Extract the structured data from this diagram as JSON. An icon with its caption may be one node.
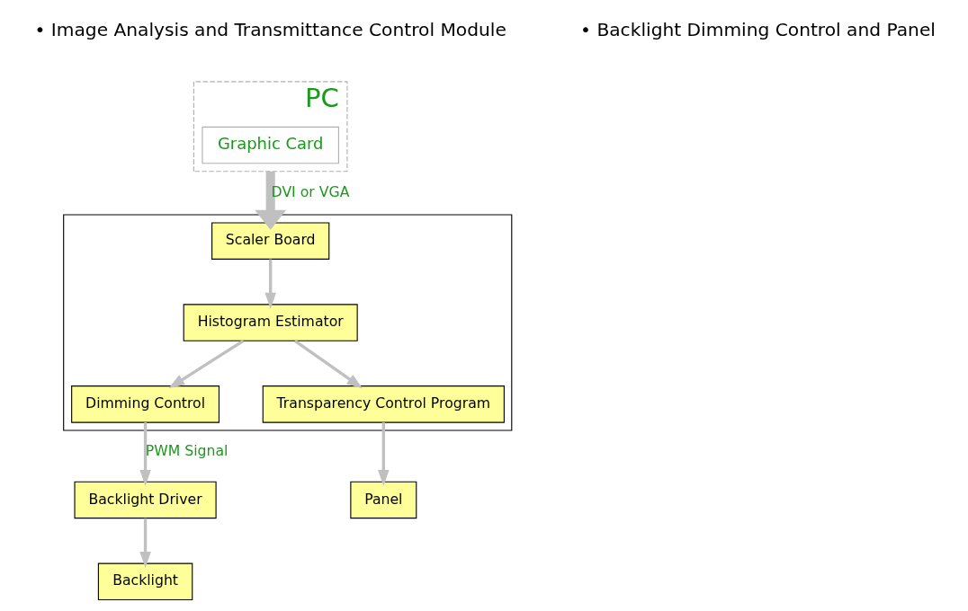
{
  "diagram": {
    "nodes": [
      {
        "text": [
          "PC"
        ]
      },
      {
        "text": [
          "Graphic Card"
        ],
        "in": 0
      },
      {
        "text": [],
        "shape": "box"
      },
      {
        "text": [
          "Scaler Board"
        ],
        "in": 2
      },
      {
        "text": [
          "Histogram Estimator"
        ],
        "in": 2
      },
      {
        "text": [
          "Dimming Control"
        ],
        "in": 2
      },
      {
        "text": [
          "Transparency Control Program"
        ],
        "in": 2
      },
      {
        "text": [
          "Backlight Driver"
        ]
      },
      {
        "text": [
          "Backlight"
        ]
      },
      {
        "text": [
          "Panel"
        ]
      }
    ],
    "edges": [
      {
        "from": 0,
        "to": 3,
        "arrow": "to",
        "label": "DVI or VGA",
        "style": "thick"
      },
      {
        "from": 3,
        "to": 4,
        "arrow": "to"
      },
      {
        "from": 4,
        "to": 5,
        "arrow": "to"
      },
      {
        "from": 4,
        "to": 6,
        "arrow": "to"
      },
      {
        "from": 5,
        "to": 7,
        "arrow": "to",
        "label": "PWM Signal"
      },
      {
        "from": 7,
        "to": 8,
        "arrow": "to"
      },
      {
        "from": 6,
        "to": 9,
        "arrow": "to"
      }
    ],
    "labels": [
      "• Image Analysis and Transmittance Control Module",
      "• Backlight Dimming Control and Panel"
    ]
  }
}
